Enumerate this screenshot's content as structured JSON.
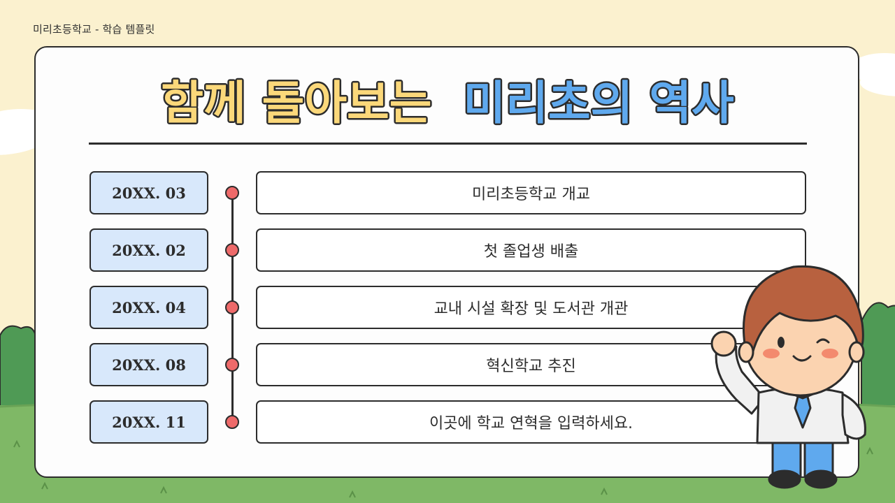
{
  "header": {
    "label": "미리초등학교 - 학습 템플릿"
  },
  "title": {
    "part1": "함께 돌아보는",
    "part2": "미리초의 역사"
  },
  "timeline": [
    {
      "date": "20XX. 03",
      "event": "미리초등학교 개교"
    },
    {
      "date": "20XX. 02",
      "event": "첫 졸업생 배출"
    },
    {
      "date": "20XX. 04",
      "event": "교내 시설 확장 및 도서관 개관"
    },
    {
      "date": "20XX. 08",
      "event": "혁신학교 추진"
    },
    {
      "date": "20XX. 11",
      "event": "이곳에 학교 연혁을 입력하세요."
    }
  ],
  "colors": {
    "background": "#fbf1cf",
    "title_yellow": "#fbd87a",
    "title_blue": "#5fa9ee",
    "date_fill": "#d8e8fb",
    "dot": "#ee6a6a",
    "grass": "#7fb866",
    "outline": "#2c2c2c"
  }
}
